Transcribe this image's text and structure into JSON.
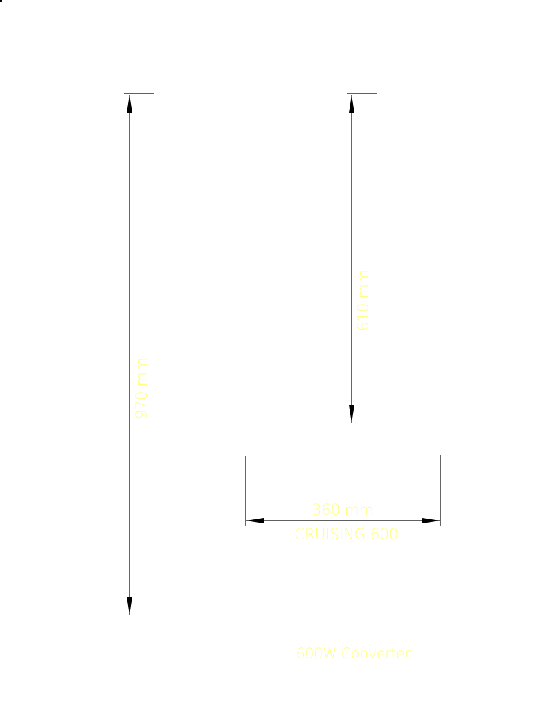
{
  "colors": {
    "background": "#ffffff",
    "lines": "#000000",
    "text": "#ffff80"
  },
  "dimensions": {
    "height_total": {
      "value": 970,
      "unit": "mm",
      "label": "970 mm"
    },
    "height_upper": {
      "value": 610,
      "unit": "mm",
      "label": "610 mm"
    },
    "width": {
      "value": 360,
      "unit": "mm",
      "label": "360 mm"
    }
  },
  "labels": {
    "model": "CRUISING 600",
    "product": "600W Converter"
  }
}
